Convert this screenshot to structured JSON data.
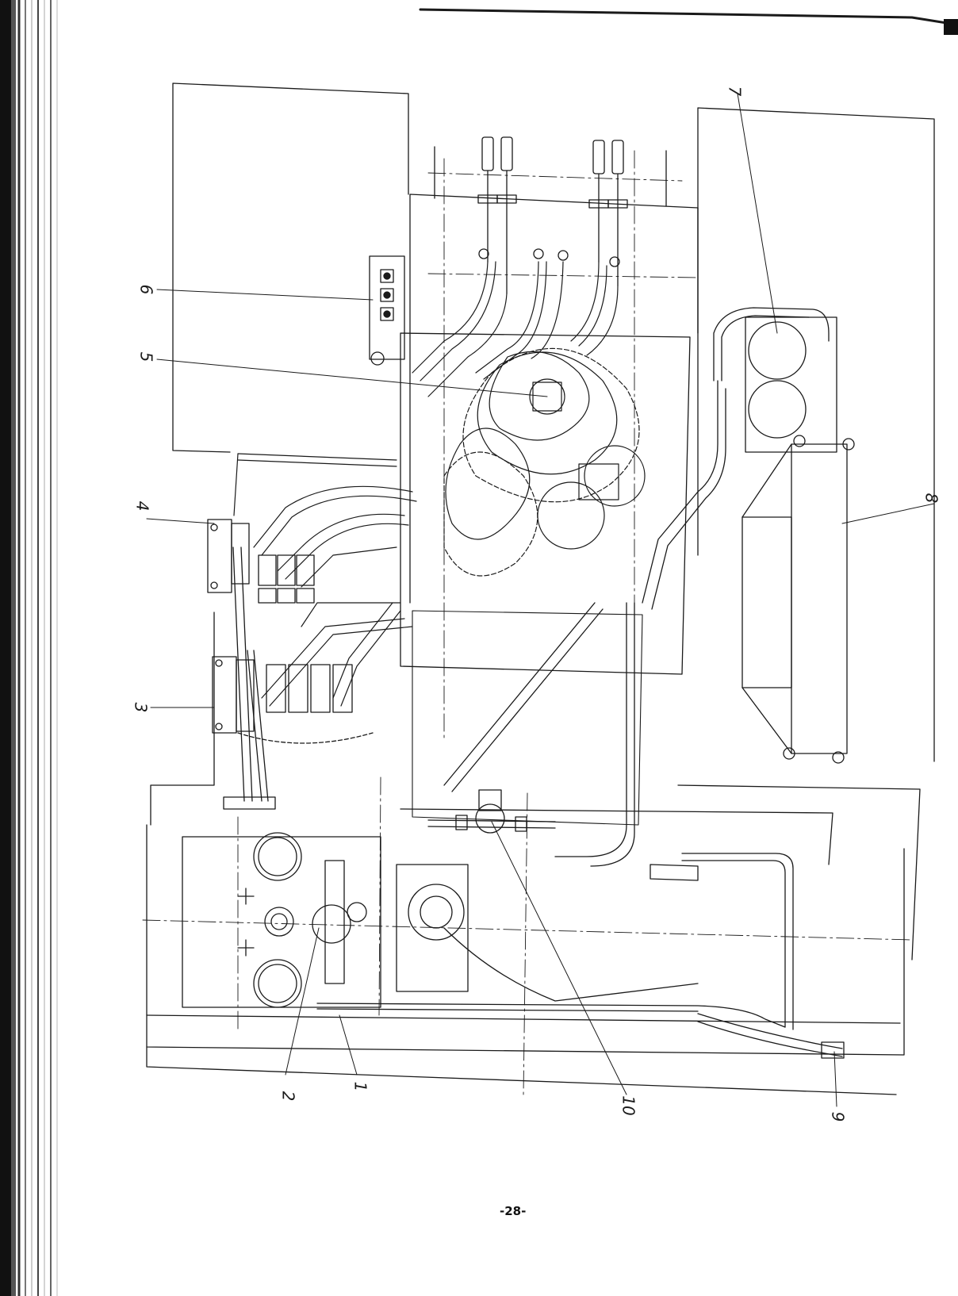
{
  "callouts": {
    "c1": "1",
    "c2": "2",
    "c3": "3",
    "c4": "4",
    "c5": "5",
    "c6": "6",
    "c7": "7",
    "c8": "8",
    "c9": "9",
    "c10": "10"
  },
  "page_number": "-28-"
}
